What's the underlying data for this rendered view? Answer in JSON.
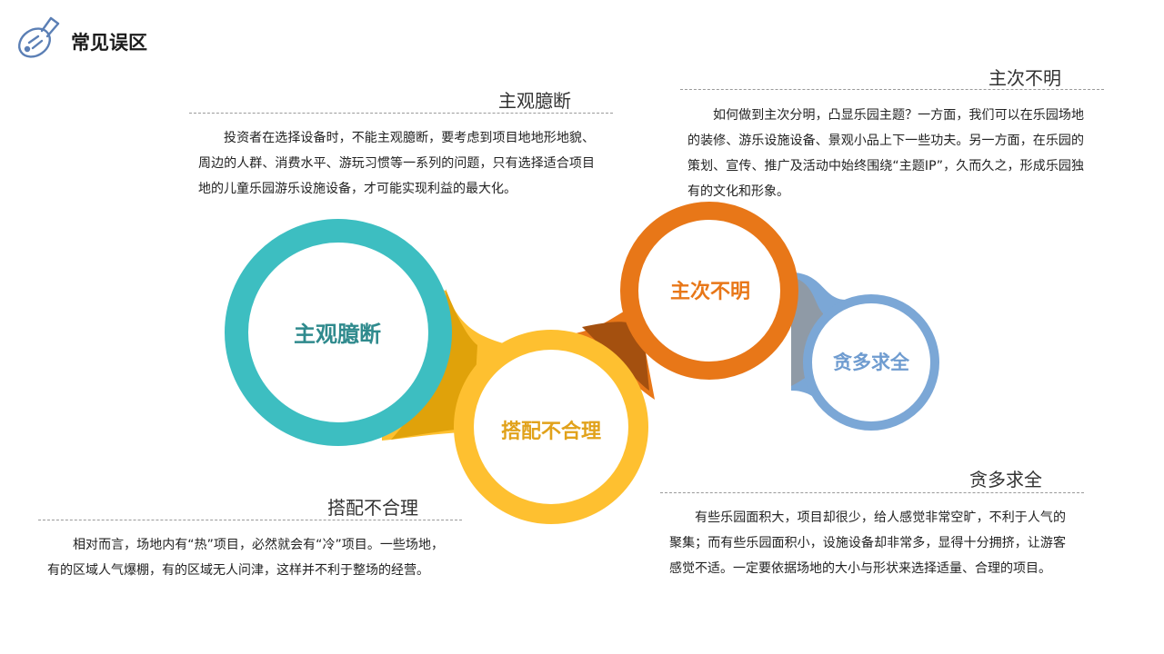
{
  "header": {
    "title": "常见误区",
    "icon": "lightbulb-icon"
  },
  "diagram": {
    "nodes": [
      {
        "label": "主观臆断",
        "color": "#3dbec1",
        "text_color": "#2f8a8d"
      },
      {
        "label": "搭配不合理",
        "color": "#fec030",
        "text_color": "#e1a21b"
      },
      {
        "label": "主次不明",
        "color": "#e87718",
        "text_color": "#e87718"
      },
      {
        "label": "贪多求全",
        "color": "#7ba7d6",
        "text_color": "#6f9cd0"
      }
    ]
  },
  "sections": {
    "subjective": {
      "title": "主观臆断",
      "text": "投资者在选择设备时，不能主观臆断，要考虑到项目地地形地貌、周边的人群、消费水平、游玩习惯等一系列的问题，只有选择适合项目地的儿童乐园游乐设施设备，才可能实现利益的最大化。"
    },
    "primary": {
      "title": "主次不明",
      "text": "如何做到主次分明，凸显乐园主题？一方面，我们可以在乐园场地的装修、游乐设施设备、景观小品上下一些功夫。另一方面，在乐园的策划、宣传、推广及活动中始终围绕“主题IP”，久而久之，形成乐园独有的文化和形象。"
    },
    "mismatch": {
      "title": "搭配不合理",
      "text": "相对而言，场地内有“热”项目，必然就会有“冷”项目。一些场地，有的区域人气爆棚，有的区域无人问津，这样并不利于整场的经营。"
    },
    "greedy": {
      "title": "贪多求全",
      "text": "有些乐园面积大，项目却很少，给人感觉非常空旷，不利于人气的聚集；而有些乐园面积小，设施设备却非常多，显得十分拥挤，让游客感觉不适。一定要依据场地的大小与形状来选择适量、合理的项目。"
    }
  }
}
